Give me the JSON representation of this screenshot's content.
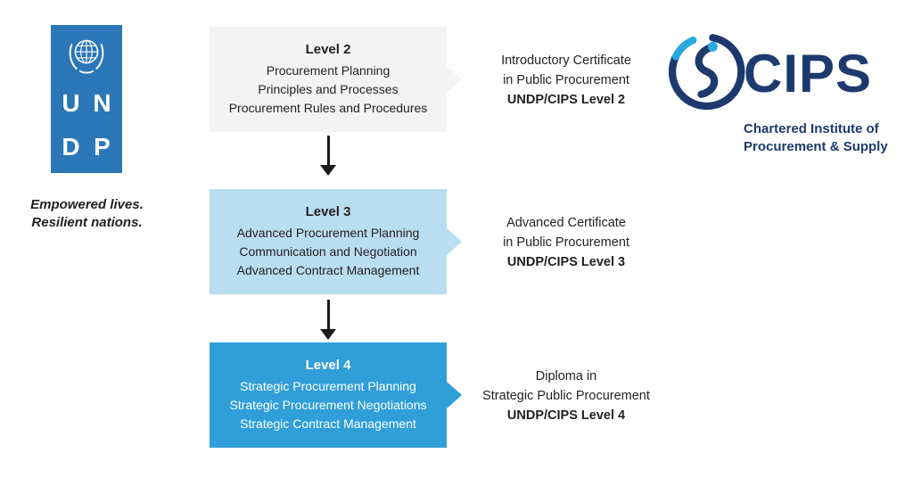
{
  "undp": {
    "letters": [
      "U",
      "N",
      "D",
      "P"
    ],
    "tagline": [
      "Empowered lives.",
      "Resilient nations."
    ],
    "blue": "#2b77b8"
  },
  "cips": {
    "wordmark": "CIPS",
    "subtitle": [
      "Chartered Institute of",
      "Procurement & Supply"
    ],
    "navy": "#1d3a6e",
    "light_blue": "#2aa9e0"
  },
  "levels": [
    {
      "title": "Level 2",
      "lines": [
        "Procurement Planning",
        "Principles and Processes",
        "Procurement Rules and Procedures"
      ],
      "certificate": [
        "Introductory Certificate",
        "in Public Procurement"
      ],
      "certificate_bold": "UNDP/CIPS Level 2",
      "box_bg": "#f3f3f3",
      "box_text": "#231f20"
    },
    {
      "title": "Level 3",
      "lines": [
        "Advanced Procurement Planning",
        "Communication and Negotiation",
        "Advanced Contract Management"
      ],
      "certificate": [
        "Advanced Certificate",
        "in Public Procurement"
      ],
      "certificate_bold": "UNDP/CIPS Level 3",
      "box_bg": "#b9ddf1",
      "box_text": "#231f20"
    },
    {
      "title": "Level 4",
      "lines": [
        "Strategic Procurement Planning",
        "Strategic Procurement Negotiations",
        "Strategic Contract Management"
      ],
      "certificate": [
        "Diploma in",
        "Strategic Public Procurement"
      ],
      "certificate_bold": "UNDP/CIPS Level 4",
      "box_bg": "#2f9ed9",
      "box_text": "#ffffff"
    }
  ],
  "arrow_color": "#1a1a1a"
}
